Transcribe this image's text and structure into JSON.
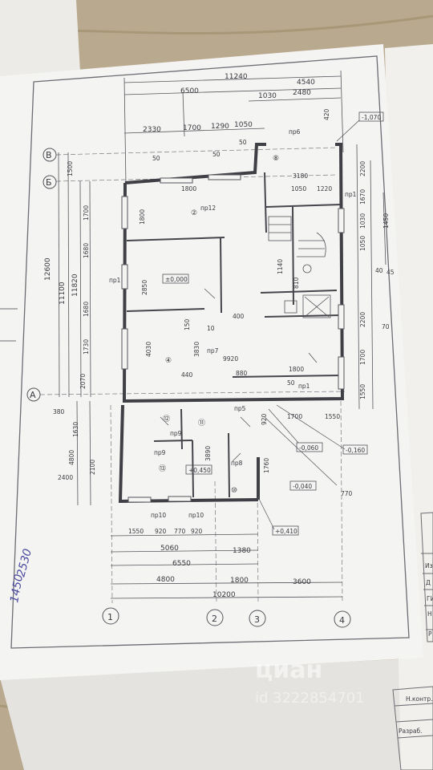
{
  "top_dims": {
    "overall": "11240",
    "left_span": "6500",
    "right_span": "4540",
    "sub_a": "1030",
    "sub_b": "2480",
    "chain": [
      "2330",
      "1700",
      "1290",
      "1050"
    ],
    "pr6": "пр6",
    "v420": "420",
    "elev_top": "-1,070"
  },
  "left_dims": {
    "total_outer": "12600",
    "total_mid": "11100",
    "total_inner": "11820",
    "chain": [
      "1500",
      "1700",
      "1680",
      "1680",
      "1730",
      "2070"
    ],
    "bottom": [
      "380",
      "1630",
      "4800",
      "2100",
      "2400"
    ]
  },
  "right_dims": {
    "chain": [
      "2200",
      "1670",
      "1030",
      "1050",
      "2200",
      "1700",
      "1550",
      "1450"
    ],
    "small": [
      "40",
      "45",
      "70"
    ]
  },
  "axes_rows": {
    "v": "В",
    "b": "Б",
    "a": "А"
  },
  "axes_cols": {
    "c1": "1",
    "c2": "2",
    "c3": "3",
    "c4": "4"
  },
  "rooms": {
    "r2": "②",
    "r4": "④",
    "r8": "⑧",
    "r10": "⑩",
    "r11": "⑪",
    "r12": "⑫",
    "r13": "⑬"
  },
  "openings": {
    "pr12": "пр12",
    "pr1a": "пр1",
    "pr1b": "пр1",
    "pr1c": "пр1",
    "pr7": "пр7",
    "pr5": "пр5",
    "pr8": "пр8",
    "pr9a": "пр9",
    "pr9b": "пр9",
    "pr10a": "пр10",
    "pr10b": "пр10"
  },
  "interior_dims": {
    "d3180": "3180",
    "d1050": "1050",
    "d1220": "1220",
    "d1800a": "1800",
    "d1800b": "1800",
    "d2850": "2850",
    "d1140": "1140",
    "d810": "810",
    "d400": "400",
    "d150": "150",
    "d10": "10",
    "d3830": "3830",
    "d9920": "9920",
    "d4030": "4030",
    "d440": "440",
    "d880": "880",
    "d1800c": "1800",
    "d50a": "50",
    "d50b": "50",
    "d50c": "50",
    "d50d": "50",
    "d920": "920",
    "d1760": "1760",
    "d1700": "1700",
    "d1550": "1550",
    "d3890": "3890",
    "d770": "770"
  },
  "levels": {
    "zero": "±0,000",
    "l0450": "+0,450",
    "l0060": "-0,060",
    "l0160": "-0,160",
    "l0040": "-0,040",
    "l0410": "+0,410"
  },
  "bottom_dims": {
    "chain1": [
      "1550",
      "920",
      "770",
      "920"
    ],
    "c5060": "5060",
    "c1380": "1380",
    "c6550": "6550",
    "c4800": "4800",
    "c1800": "1800",
    "c3600": "3600",
    "c10200": "10200"
  },
  "handwritten": [
    "2530",
    "1450"
  ],
  "stamp": [
    "Из",
    "Д",
    "ГИ",
    "Н",
    "Р"
  ],
  "stamp2": [
    "Н.контр.",
    "Разраб."
  ],
  "watermark": {
    "brand": "циан",
    "id": "id 3222854701"
  }
}
